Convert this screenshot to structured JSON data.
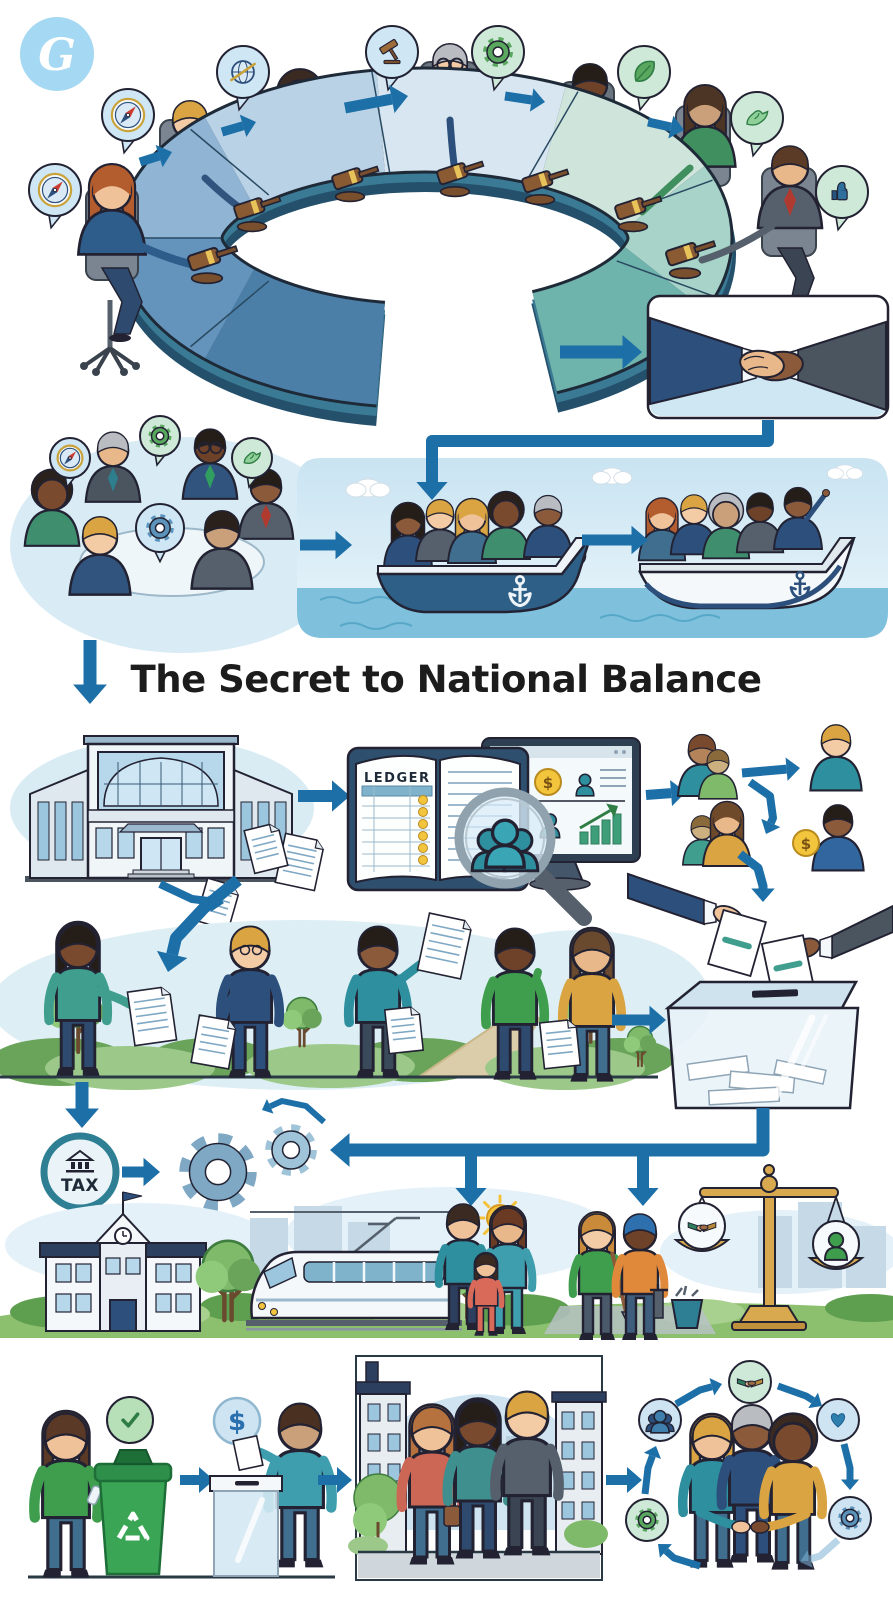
{
  "title": {
    "text": "The Secret to National Balance"
  },
  "glyphs": {
    "monogram": "G",
    "dollar": "$"
  },
  "council": {
    "members": 7,
    "gavels": 7,
    "speech_icons": [
      "compass",
      "compass",
      "globe-slash",
      "gavel",
      "gear",
      "leaf",
      "bird",
      "thumbs-up"
    ]
  },
  "handshake_panel": {
    "icon": "handshake"
  },
  "deliberation": {
    "members": 6,
    "speech_icons": [
      "compass",
      "gear",
      "bird"
    ],
    "center_icon": "gear"
  },
  "voyage": {
    "boats": 2,
    "hull_icon": "anchor",
    "crew_per_boat": 5
  },
  "process": {
    "ledger_label": "LEDGER",
    "steps": [
      "government-building",
      "documents",
      "ledger-audit",
      "citizens"
    ],
    "monitor_icons": [
      "dollar-coin",
      "person",
      "text-lines",
      "person",
      "bar-chart",
      "trend-arrow"
    ],
    "magnifier_icon": "citizens-group"
  },
  "review": {
    "citizens": 5,
    "documents": 5
  },
  "ballot": {
    "hands": 2,
    "ballot_mark": "teal-dash",
    "box": "transparent"
  },
  "tax": {
    "label": "TAX",
    "icon": "bank"
  },
  "gears": {
    "count": 2
  },
  "services": {
    "items": [
      "school",
      "train",
      "family-park",
      "road-workers",
      "scales-of-justice"
    ],
    "scale_pans": [
      "handshake",
      "citizen"
    ]
  },
  "civic_row": {
    "scenes": [
      "recycling",
      "ballot-donation",
      "community-walk",
      "unity-handshake"
    ],
    "badges": [
      "check-mark",
      "dollar-coin"
    ],
    "cycle_icons": [
      "citizens",
      "handshake",
      "heart",
      "gear",
      "gear"
    ]
  },
  "colors": {
    "arrow": "#1d6fa8",
    "outline": "#1e2a38",
    "sky": "#cfe8f4",
    "sea": "#7fc0dc",
    "grass": "#8cbf6e",
    "gold": "#d8a94e",
    "teal": "#2e8f9e",
    "navy": "#2c4f7c",
    "green": "#3f9e4d",
    "logo": "#a5d8f2"
  }
}
